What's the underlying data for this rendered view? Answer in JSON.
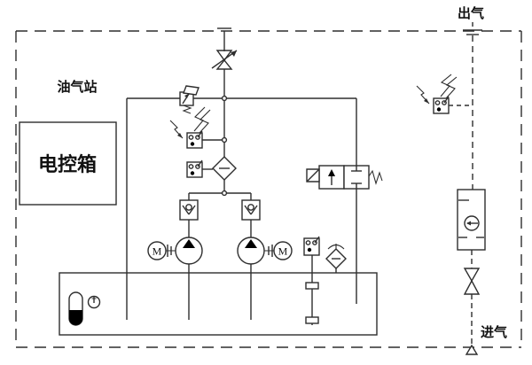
{
  "diagram": {
    "labels": {
      "station": "油气站",
      "control_box": "电控箱",
      "gas_outlet": "出气",
      "gas_inlet": "进气",
      "motor": "M"
    },
    "colors": {
      "line": "#2e2e2e",
      "background": "#ffffff",
      "solid_fill": "#000000"
    },
    "components": [
      "station-boundary",
      "electric-control-box",
      "vent-throttle-valve",
      "relief-valve",
      "pressure-switch-1",
      "pressure-switch-2",
      "pressure-switch-outlet",
      "inline-filter",
      "check-valve-left",
      "check-valve-right",
      "pump-left",
      "pump-right",
      "motor-left",
      "motor-right",
      "directional-valve-2-2-solenoid",
      "level-switch",
      "tank-breather",
      "oil-tank",
      "level-gauge",
      "thermometer",
      "flow-meter",
      "inlet-shutoff-valve",
      "gas-outlet-line",
      "gas-inlet-line"
    ]
  }
}
